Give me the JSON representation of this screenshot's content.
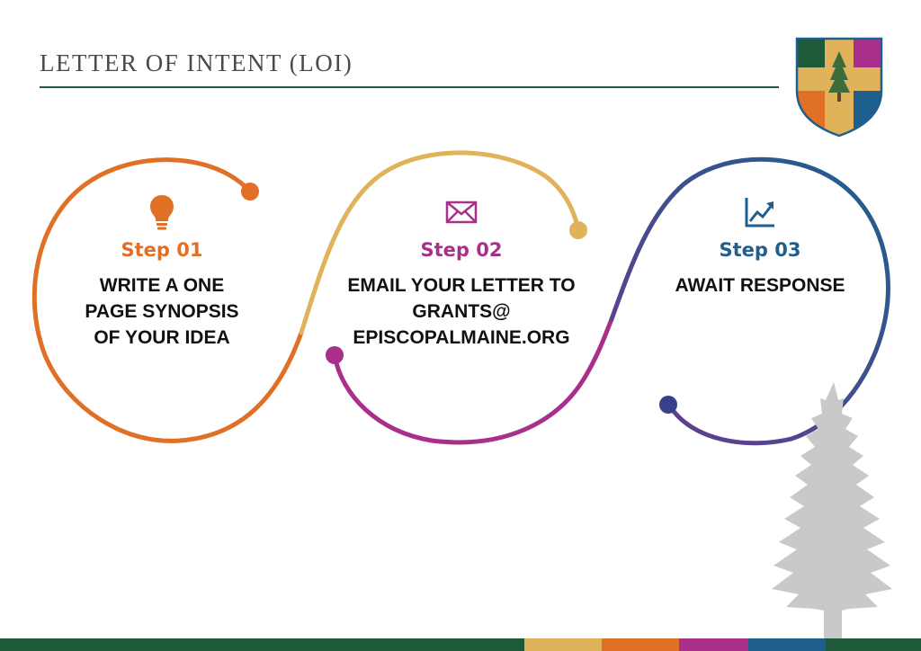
{
  "header": {
    "title": "LETTER OF INTENT (LOI)"
  },
  "colors": {
    "green": "#1e5a3a",
    "gold": "#e0b25a",
    "orange": "#e07026",
    "magenta": "#a8308a",
    "blue": "#1e5f8e",
    "navy": "#3a3f8a",
    "tree_gray": "#c9c9c9"
  },
  "steps": [
    {
      "label": "Step 01",
      "color": "#e07026",
      "icon": "lightbulb-icon",
      "lines": [
        "WRITE A ONE",
        "PAGE SYNOPSIS",
        "OF YOUR IDEA"
      ]
    },
    {
      "label": "Step 02",
      "color": "#a8308a",
      "icon": "envelope-icon",
      "lines": [
        "EMAIL YOUR LETTER TO",
        "GRANTS@",
        "EPISCOPALMAINE.ORG"
      ]
    },
    {
      "label": "Step 03",
      "color": "#1e5f8e",
      "icon": "trending-chart-icon",
      "lines": [
        "AWAIT RESPONSE"
      ]
    }
  ],
  "decor": {
    "crest": "shield-crest-with-pine-tree",
    "tree": "pine-tree-silhouette",
    "bottom_bar_colors": [
      "#1e5a3a",
      "#e0b25a",
      "#e07026",
      "#a8308a",
      "#1e5f8e",
      "#1e5a3a"
    ]
  }
}
